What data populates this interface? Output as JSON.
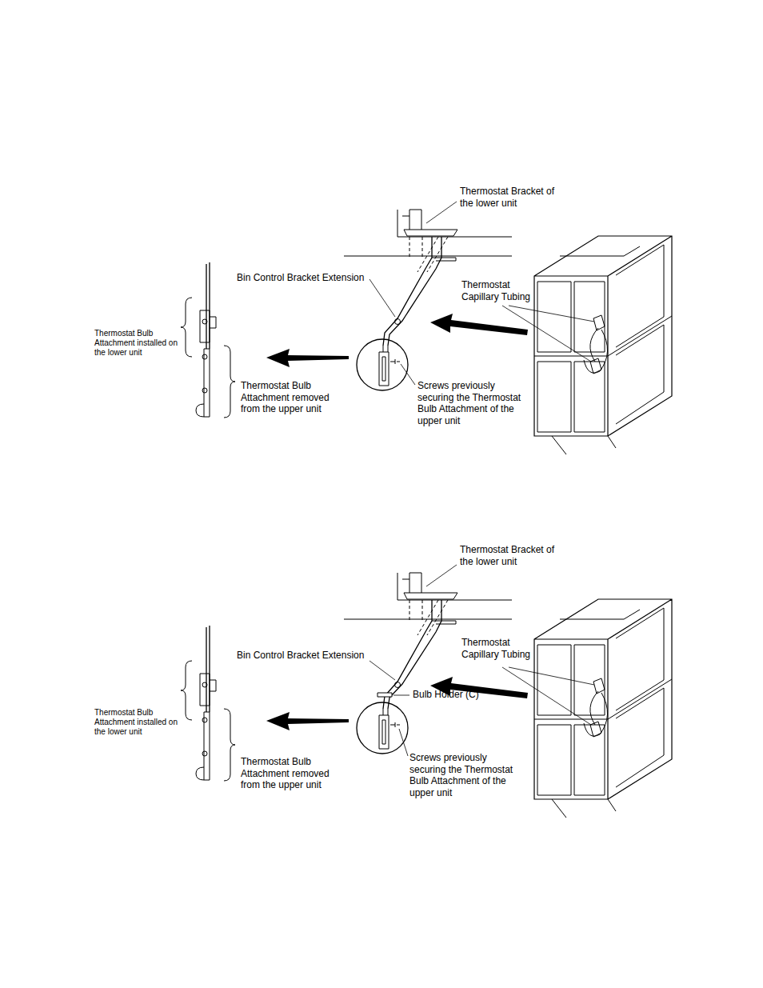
{
  "diagram": {
    "labels": [
      "Thermostat Bracket of the lower unit",
      "Bin Control Bracket Extension",
      "Thermostat Capillary Tubing",
      "Thermostat Bulb Attachment installed on the lower unit",
      "Thermostat Bulb Attachment removed from the upper unit",
      "Screws previously securing the Thermostat Bulb Attachment of the upper unit",
      "Thermostat Bracket of the lower unit",
      "Thermostat Capillary Tubing",
      "Bin Control Bracket Extension",
      "Bulb Holder (C)",
      "Thermostat Bulb Attachment installed on the lower unit",
      "Thermostat Bulb Attachment removed from the upper unit",
      "Screws previously securing the Thermostat Bulb Attachment of the upper unit"
    ]
  }
}
